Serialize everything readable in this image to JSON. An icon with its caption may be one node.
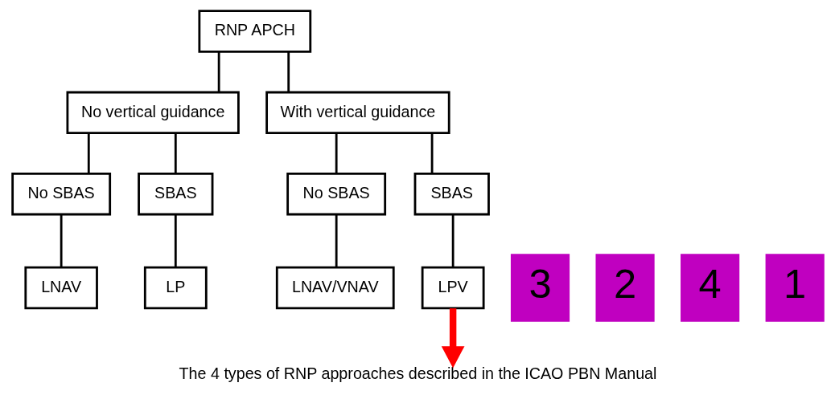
{
  "diagram": {
    "caption": "The 4 types of RNP approaches described in the ICAO PBN Manual",
    "nodes": [
      {
        "text": [
          "RNP APCH"
        ]
      },
      {
        "text": [
          "No vertical guidance"
        ]
      },
      {
        "text": [
          "With vertical guidance"
        ]
      },
      {
        "text": [
          "No SBAS"
        ]
      },
      {
        "text": [
          "SBAS"
        ]
      },
      {
        "text": [
          "No SBAS"
        ]
      },
      {
        "text": [
          "SBAS"
        ]
      },
      {
        "text": [
          "LNAV"
        ]
      },
      {
        "text": [
          "3"
        ]
      },
      {
        "text": [
          "LP"
        ]
      },
      {
        "text": [
          "LNAV/VNAV"
        ]
      },
      {
        "text": [
          "2"
        ]
      },
      {
        "text": [
          "LPV"
        ]
      },
      {
        "text": [
          "4"
        ]
      },
      {
        "text": [
          "1"
        ]
      }
    ],
    "edges": [
      {
        "from": 0,
        "to": 1,
        "arrow": "none"
      },
      {
        "from": 0,
        "to": 2,
        "arrow": "none"
      },
      {
        "from": 1,
        "to": 3,
        "arrow": "none"
      },
      {
        "from": 1,
        "to": 4,
        "arrow": "none"
      },
      {
        "from": 2,
        "to": 5,
        "arrow": "none"
      },
      {
        "from": 2,
        "to": 6,
        "arrow": "none"
      },
      {
        "from": 3,
        "to": 7,
        "arrow": "none"
      },
      {
        "from": 4,
        "to": 9,
        "arrow": "none"
      },
      {
        "from": 5,
        "to": 10,
        "arrow": "none"
      },
      {
        "from": 6,
        "to": 12,
        "arrow": "none"
      },
      {
        "from": 12,
        "to": null,
        "arrow": "to",
        "style": "thick",
        "color": "#ff0000"
      }
    ]
  }
}
